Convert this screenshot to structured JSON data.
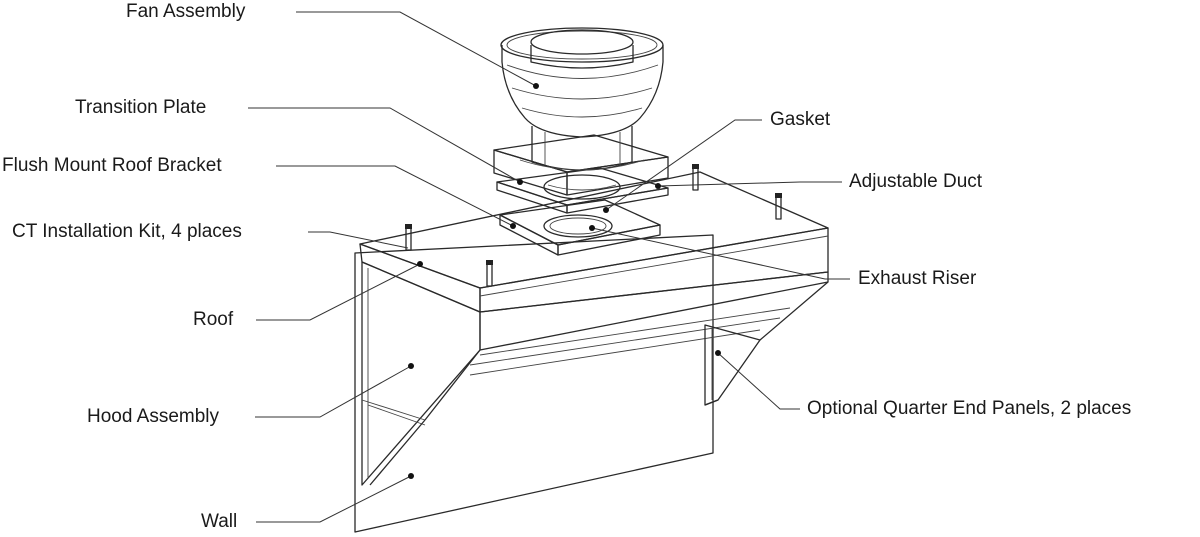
{
  "diagram": {
    "labels": {
      "fan_assembly": "Fan Assembly",
      "transition_plate": "Transition Plate",
      "flush_mount_roof_bracket": "Flush Mount Roof Bracket",
      "ct_installation_kit": "CT Installation Kit, 4 places",
      "roof": "Roof",
      "hood_assembly": "Hood Assembly",
      "wall": "Wall",
      "gasket": "Gasket",
      "adjustable_duct": "Adjustable Duct",
      "exhaust_riser": "Exhaust Riser",
      "optional_quarter_end_panels": "Optional Quarter End Panels, 2 places"
    },
    "colors": {
      "line": "#2a2a2a",
      "background": "#ffffff",
      "text": "#1a1a1a"
    }
  }
}
